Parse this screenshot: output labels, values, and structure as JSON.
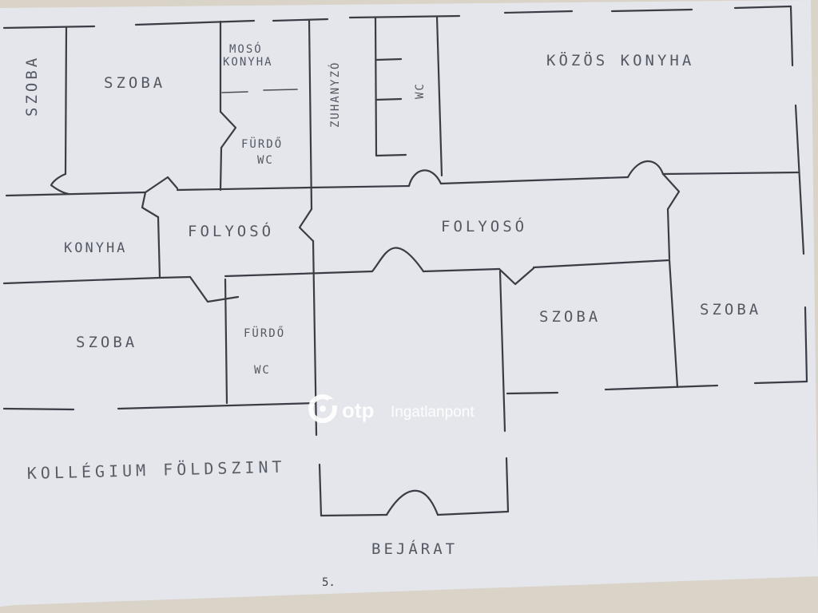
{
  "rooms": {
    "szoba_left_vertical": "SZOBA",
    "szoba_top_left": "SZOBA",
    "moso_konyha_line1": "MOSÓ",
    "moso_konyha_line2": "KONYHA",
    "zuhanyzo": "ZUHANYZÓ",
    "wc_top": "WC",
    "kozos_konyha": "KÖZÖS KONYHA",
    "furdo_wc_top_line1": "FÜRDŐ",
    "furdo_wc_top_line2": "WC",
    "konyha": "KONYHA",
    "folyoso_left": "FOLYOSÓ",
    "folyoso_right": "FOLYOSÓ",
    "szoba_bottom_left": "SZOBA",
    "furdo_wc_bottom_line1": "FÜRDŐ",
    "furdo_wc_bottom_line2": "WC",
    "szoba_bottom_mid": "SZOBA",
    "szoba_bottom_right": "SZOBA"
  },
  "caption": "KOLLÉGIUM FÖLDSZINT",
  "entrance": "BEJÁRAT",
  "page_number": "5.",
  "watermark": {
    "brand": "otp",
    "suffix": "Ingatlanpont"
  }
}
